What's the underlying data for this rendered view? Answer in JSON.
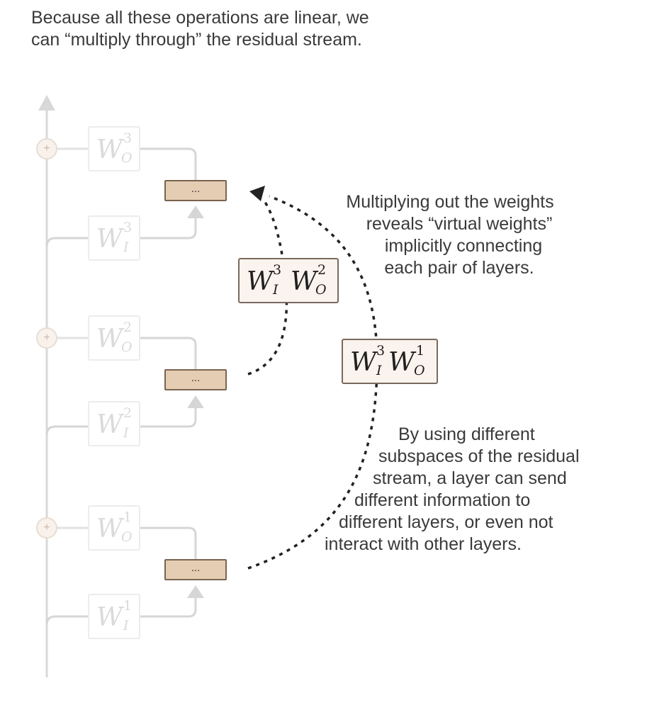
{
  "intro_text": {
    "line1": "Because all these operations are linear, we",
    "line2": "can “multiply through” the residual stream."
  },
  "annotation_top": {
    "lines": [
      "Multiplying out the weights",
      "reveals “virtual weights”",
      "implicitly connecting",
      "each pair of layers."
    ]
  },
  "annotation_bottom": {
    "lines": [
      "By using different",
      "subspaces of the residual",
      "stream, a layer can send",
      "different information to",
      "different layers, or even not",
      "interact with other layers."
    ]
  },
  "layers": [
    {
      "wo": {
        "base": "W",
        "sup": "3",
        "sub": "O"
      },
      "wi": {
        "base": "W",
        "sup": "3",
        "sub": "I"
      },
      "block": "..."
    },
    {
      "wo": {
        "base": "W",
        "sup": "2",
        "sub": "O"
      },
      "wi": {
        "base": "W",
        "sup": "2",
        "sub": "I"
      },
      "block": "..."
    },
    {
      "wo": {
        "base": "W",
        "sup": "1",
        "sub": "O"
      },
      "wi": {
        "base": "W",
        "sup": "1",
        "sub": "I"
      },
      "block": "..."
    }
  ],
  "virtual_weights": [
    {
      "a": {
        "base": "W",
        "sup": "3",
        "sub": "I"
      },
      "b": {
        "base": "W",
        "sup": "2",
        "sub": "O"
      }
    },
    {
      "a": {
        "base": "W",
        "sup": "3",
        "sub": "I"
      },
      "b": {
        "base": "W",
        "sup": "1",
        "sub": "O"
      }
    }
  ],
  "plus_symbol": "+",
  "colors": {
    "residual_line": "#d8d8d8",
    "block_fill": "#e5cdb3",
    "virtual_fill": "#fbf3ed",
    "dashed_arrow": "#222222"
  }
}
